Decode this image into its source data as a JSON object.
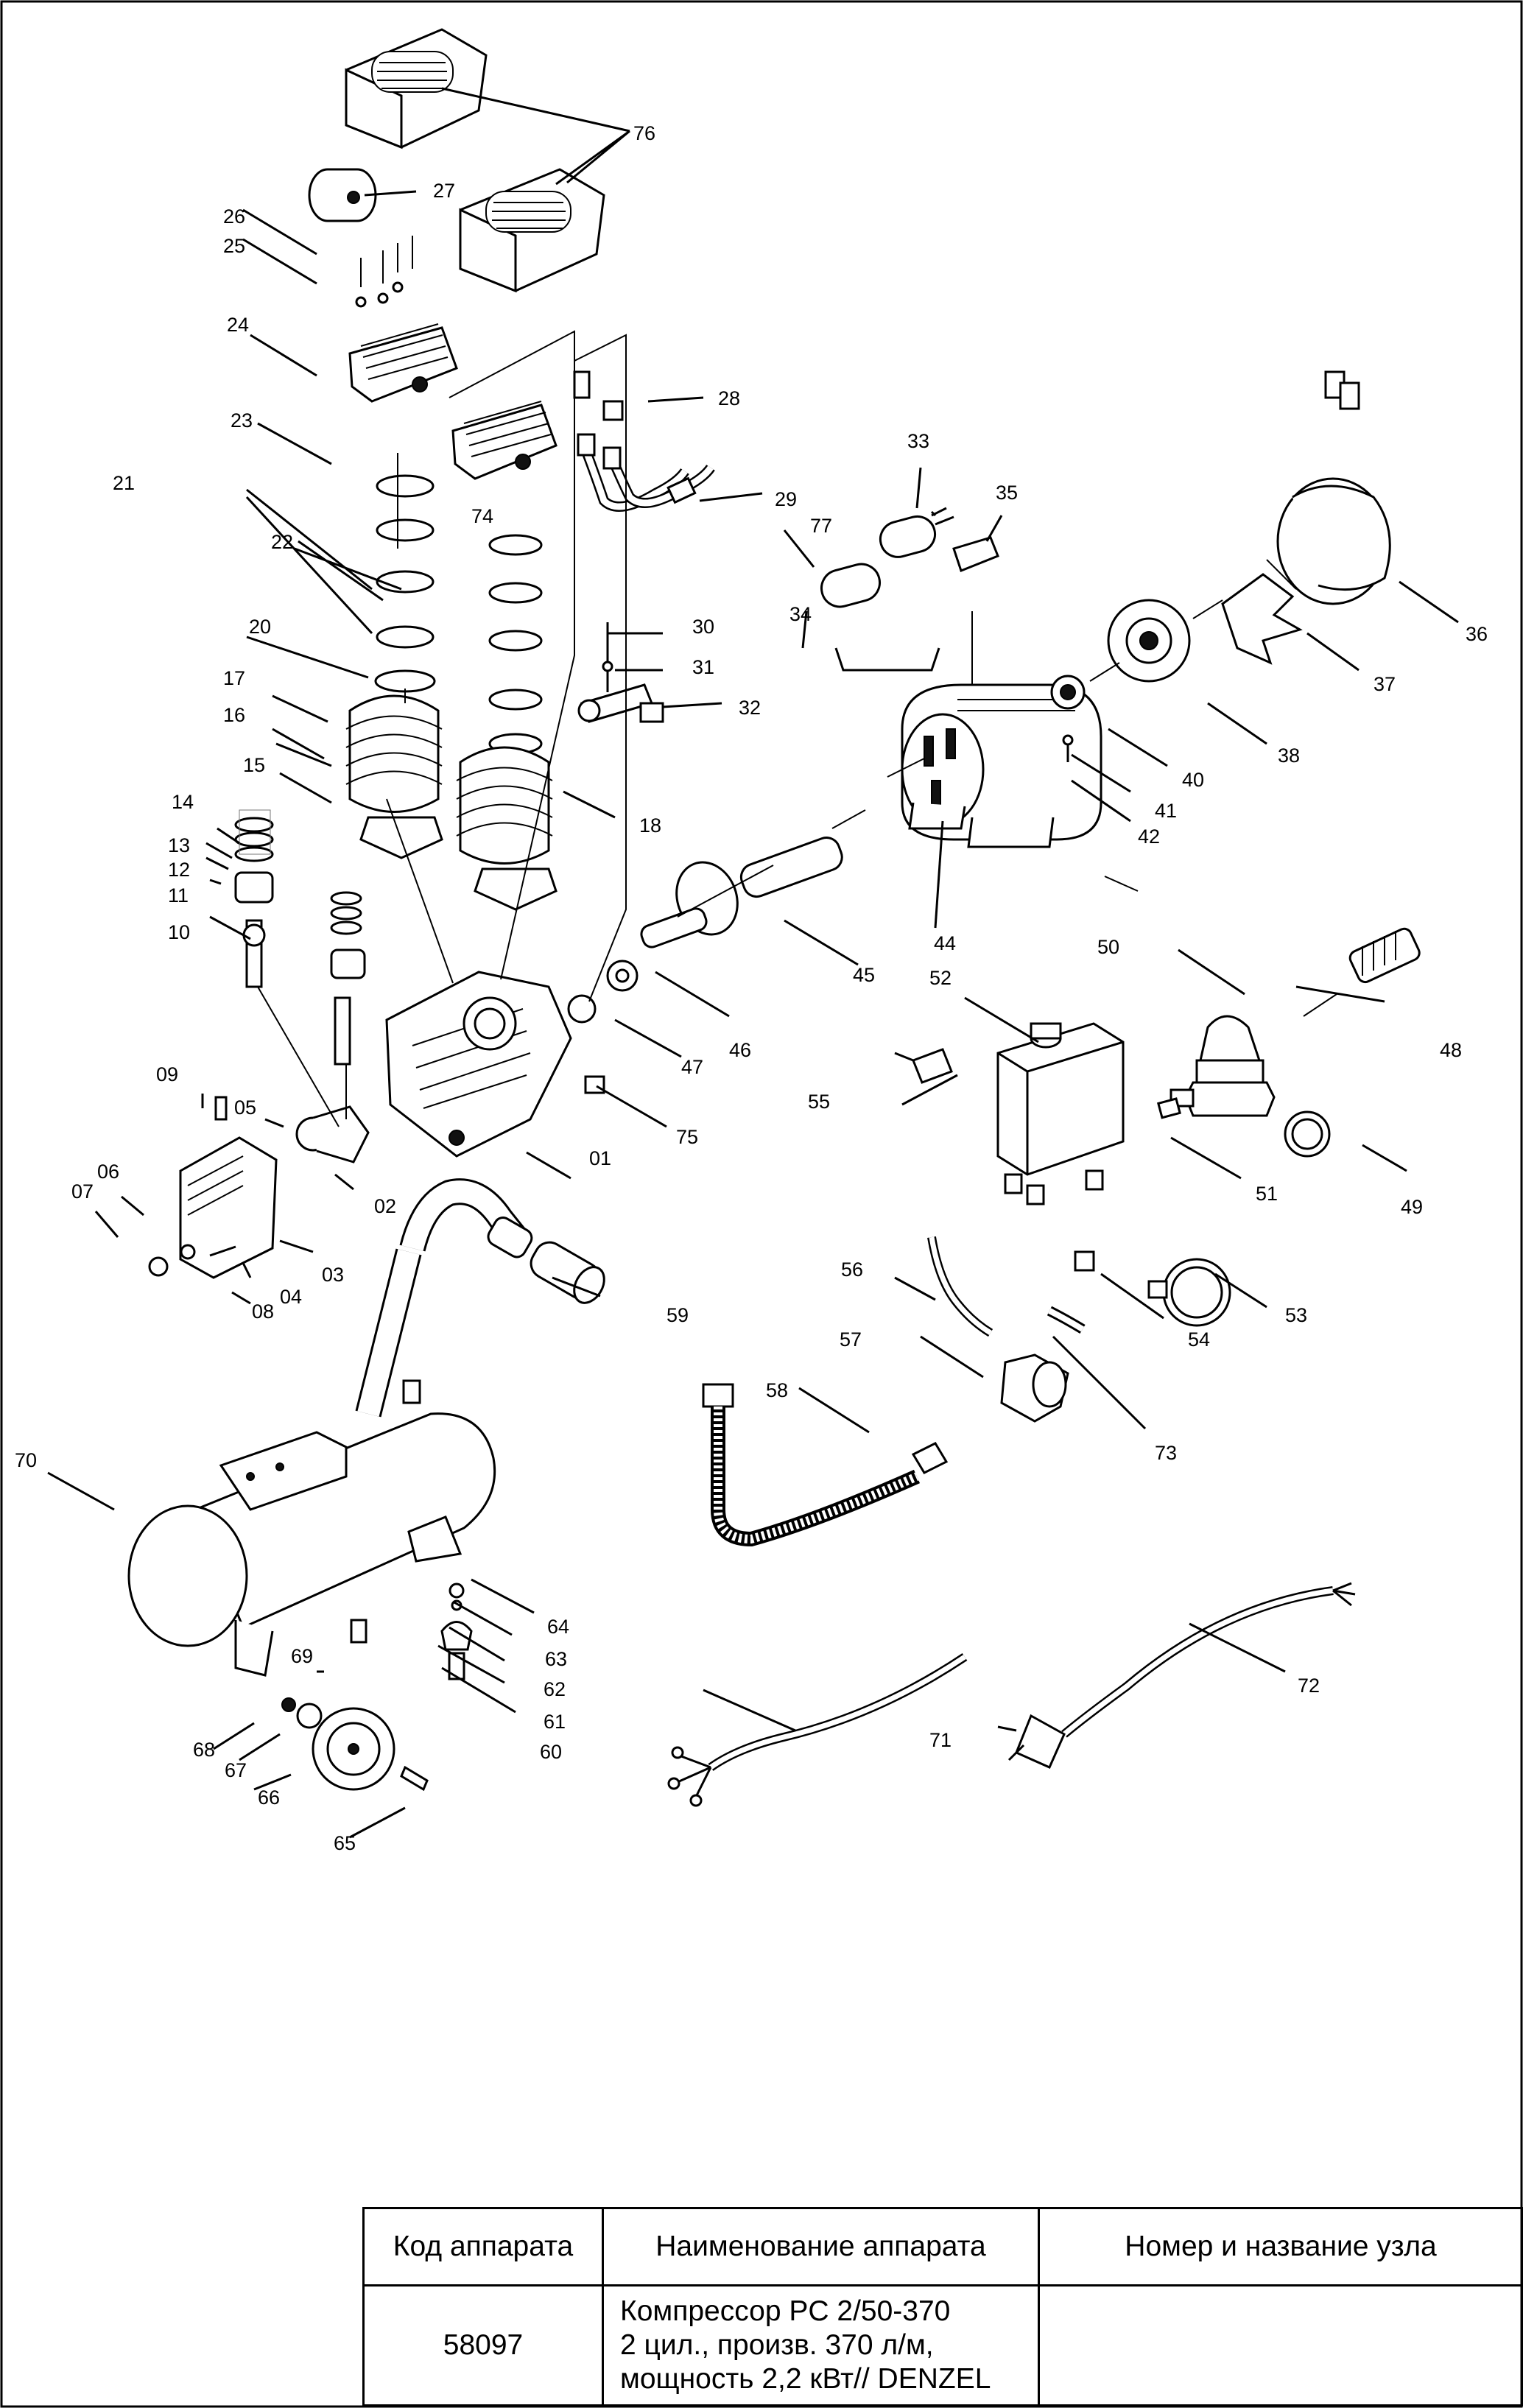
{
  "part_numbers": [
    "01",
    "02",
    "03",
    "04",
    "05",
    "06",
    "07",
    "08",
    "09",
    "10",
    "11",
    "12",
    "13",
    "14",
    "15",
    "16",
    "17",
    "18",
    "20",
    "21",
    "22",
    "23",
    "24",
    "25",
    "26",
    "27",
    "28",
    "29",
    "30",
    "31",
    "32",
    "33",
    "34",
    "35",
    "36",
    "37",
    "38",
    "40",
    "41",
    "42",
    "44",
    "45",
    "46",
    "47",
    "48",
    "49",
    "50",
    "51",
    "52",
    "53",
    "54",
    "55",
    "56",
    "57",
    "58",
    "59",
    "60",
    "61",
    "62",
    "63",
    "64",
    "65",
    "66",
    "67",
    "68",
    "69",
    "70",
    "71",
    "72",
    "73",
    "74",
    "75",
    "76",
    "77"
  ],
  "table": {
    "headers": {
      "code": "Код аппарата",
      "name": "Наименование аппарата",
      "node": "Номер и название узла"
    },
    "row": {
      "code": "58097",
      "name_lines": [
        "Компрессор PC  2/50-370",
        "2 цил., произв. 370 л/м,",
        "мощность 2,2 кВт// DENZEL"
      ],
      "node": ""
    }
  }
}
